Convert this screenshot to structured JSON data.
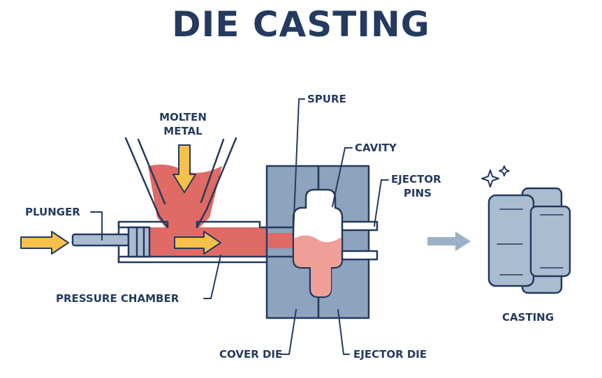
{
  "title": "DIE CASTING",
  "labels": {
    "molten_metal_line1": "MOLTEN",
    "molten_metal_line2": "METAL",
    "spure": "SPURE",
    "cavity": "CAVITY",
    "ejector_pins_line1": "EJECTOR",
    "ejector_pins_line2": "PINS",
    "plunger": "PLUNGER",
    "pressure_chamber": "PRESSURE CHAMBER",
    "cover_die": "COVER DIE",
    "ejector_die": "EJECTOR DIE",
    "casting": "CASTING"
  },
  "colors": {
    "outline": "#243a5e",
    "metal": "#e06a64",
    "metal_light": "#ef9f97",
    "die": "#8ea3bd",
    "arrow_yellow": "#f6c14a",
    "arrow_blue": "#9bb1c7",
    "plunger": "#a9bcd0"
  }
}
